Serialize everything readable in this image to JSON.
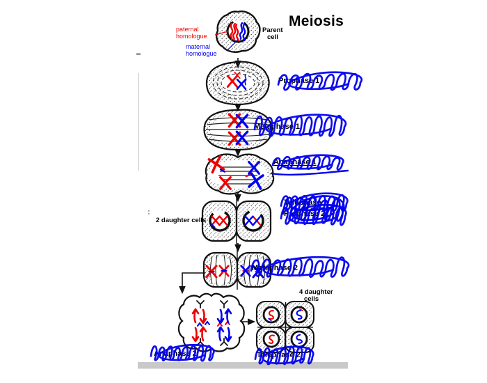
{
  "title": "Meiosis",
  "colors": {
    "red": "#ee0000",
    "blue": "#0000ee",
    "ink": "#111111",
    "gray_bar": "#c9c9c9"
  },
  "labels": {
    "parent_line1": "Parent",
    "parent_line2": "cell",
    "paternal_line1": "paternal",
    "paternal_line2": "homologue",
    "maternal_line1": "maternal",
    "maternal_line2": "homologue",
    "two_daughter": "2 daughter cells",
    "four_daughter_line1": "4 daughter",
    "four_daughter_line2": "cells"
  },
  "stage_labels": {
    "prophase1": "Prophase 1",
    "metaphase1": "Metaphase 1",
    "anaphase1": "Anaphase 1",
    "telophase1": "Telophase 1",
    "prophase2": "Prophase 2",
    "metaphase2": "Metaphase 2",
    "anaphase2": "Anaphase 2",
    "telophase2": "Telophase 2"
  }
}
